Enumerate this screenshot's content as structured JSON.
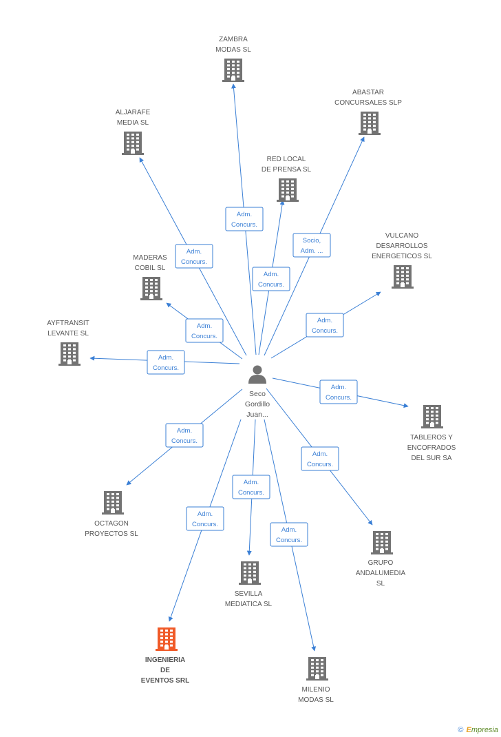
{
  "colors": {
    "edge": "#3a7fd5",
    "building": "#737373",
    "building_highlight": "#f05a28",
    "text": "#555555"
  },
  "center": {
    "icon": "person-icon",
    "label_lines": [
      "Seco",
      "Gordillo",
      "Juan..."
    ]
  },
  "companies": [
    {
      "id": "zambra",
      "lines": [
        "ZAMBRA",
        "MODAS SL"
      ],
      "icon": "building-icon",
      "highlight": false
    },
    {
      "id": "abastar",
      "lines": [
        "ABASTAR",
        "CONCURSALES SLP"
      ],
      "icon": "building-icon",
      "highlight": false
    },
    {
      "id": "aljarafe",
      "lines": [
        "ALJARAFE",
        "MEDIA  SL"
      ],
      "icon": "building-icon",
      "highlight": false
    },
    {
      "id": "red-local",
      "lines": [
        "RED LOCAL",
        "DE PRENSA  SL"
      ],
      "icon": "building-icon",
      "highlight": false
    },
    {
      "id": "vulcano",
      "lines": [
        "VULCANO",
        "DESARROLLOS",
        "ENERGETICOS SL"
      ],
      "icon": "building-icon",
      "highlight": false
    },
    {
      "id": "maderas",
      "lines": [
        "MADERAS",
        "COBIL SL"
      ],
      "icon": "building-icon",
      "highlight": false
    },
    {
      "id": "ayftransit",
      "lines": [
        "AYFTRANSIT",
        "LEVANTE SL"
      ],
      "icon": "building-icon",
      "highlight": false
    },
    {
      "id": "tableros",
      "lines": [
        "TABLEROS Y",
        "ENCOFRADOS",
        "DEL SUR SA"
      ],
      "icon": "building-icon",
      "highlight": false
    },
    {
      "id": "octagon",
      "lines": [
        "OCTAGON",
        "PROYECTOS  SL"
      ],
      "icon": "building-icon",
      "highlight": false
    },
    {
      "id": "grupo",
      "lines": [
        "GRUPO",
        "ANDALUMEDIA",
        "SL"
      ],
      "icon": "building-icon",
      "highlight": false
    },
    {
      "id": "sevilla",
      "lines": [
        "SEVILLA",
        "MEDIATICA  SL"
      ],
      "icon": "building-icon",
      "highlight": false
    },
    {
      "id": "ingenieria",
      "lines": [
        "INGENIERIA",
        "DE",
        "EVENTOS SRL"
      ],
      "icon": "building-icon",
      "highlight": true
    },
    {
      "id": "milenio",
      "lines": [
        "MILENIO",
        "MODAS  SL"
      ],
      "icon": "building-icon",
      "highlight": false
    }
  ],
  "edges": [
    {
      "to": "zambra",
      "lines": [
        "Adm.",
        "Concurs."
      ]
    },
    {
      "to": "abastar",
      "lines": [
        "Socio,",
        "Adm. ..."
      ]
    },
    {
      "to": "aljarafe",
      "lines": [
        "Adm.",
        "Concurs."
      ]
    },
    {
      "to": "red-local",
      "lines": [
        "Adm.",
        "Concurs."
      ]
    },
    {
      "to": "vulcano",
      "lines": [
        "Adm.",
        "Concurs."
      ]
    },
    {
      "to": "maderas",
      "lines": [
        "Adm.",
        "Concurs."
      ]
    },
    {
      "to": "ayftransit",
      "lines": [
        "Adm.",
        "Concurs."
      ]
    },
    {
      "to": "tableros",
      "lines": [
        "Adm.",
        "Concurs."
      ]
    },
    {
      "to": "octagon",
      "lines": [
        "Adm.",
        "Concurs."
      ]
    },
    {
      "to": "grupo",
      "lines": [
        "Adm.",
        "Concurs."
      ]
    },
    {
      "to": "sevilla",
      "lines": [
        "Adm.",
        "Concurs."
      ]
    },
    {
      "to": "ingenieria",
      "lines": [
        "Adm.",
        "Concurs."
      ]
    },
    {
      "to": "milenio",
      "lines": [
        "Adm.",
        "Concurs."
      ]
    }
  ],
  "watermark": {
    "copyright": "©",
    "brand_first": "E",
    "brand_rest": "mpresia"
  }
}
